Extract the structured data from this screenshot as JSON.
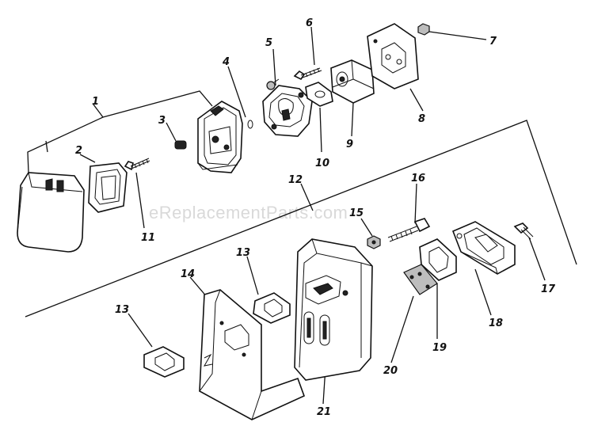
{
  "watermark": "eReplacementParts.com",
  "callouts": {
    "c1": "1",
    "c2": "2",
    "c3": "3",
    "c4": "4",
    "c5": "5",
    "c6": "6",
    "c7": "7",
    "c8": "8",
    "c9": "9",
    "c10": "10",
    "c11": "11",
    "c12": "12",
    "c13a": "13",
    "c13b": "13",
    "c14": "14",
    "c15": "15",
    "c16": "16",
    "c17": "17",
    "c18": "18",
    "c19": "19",
    "c20": "20",
    "c21": "21"
  }
}
